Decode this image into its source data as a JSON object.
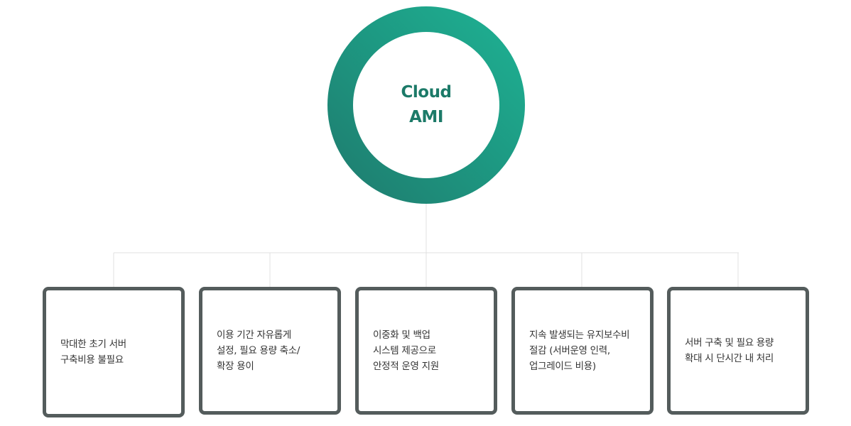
{
  "center": {
    "title_line1": "Cloud",
    "title_line2": "AMI"
  },
  "benefits": [
    {
      "line1": "막대한 초기 서버",
      "line2": "구축비용 불필요"
    },
    {
      "line1": "이용 기간 자유롭게",
      "line2": "설정, 필요 용량 축소/",
      "line3": "확장 용이"
    },
    {
      "line1": "이중화 및 백업",
      "line2": "시스템 제공으로",
      "line3": "안정적 운영 지원"
    },
    {
      "line1": "지속 발생되는 유지보수비",
      "line2": "절감 (서버운영 인력,",
      "line3": "업그레이드 비용)"
    },
    {
      "line1": "서버 구축 및 필요 용량",
      "line2": "확대 시 단시간 내 처리"
    }
  ],
  "colors": {
    "ring_start": "#1f7a6d",
    "ring_end": "#1fb394",
    "center_text": "#1c7a68",
    "box_border": "#545c5c",
    "connector": "#e0e0e0"
  }
}
